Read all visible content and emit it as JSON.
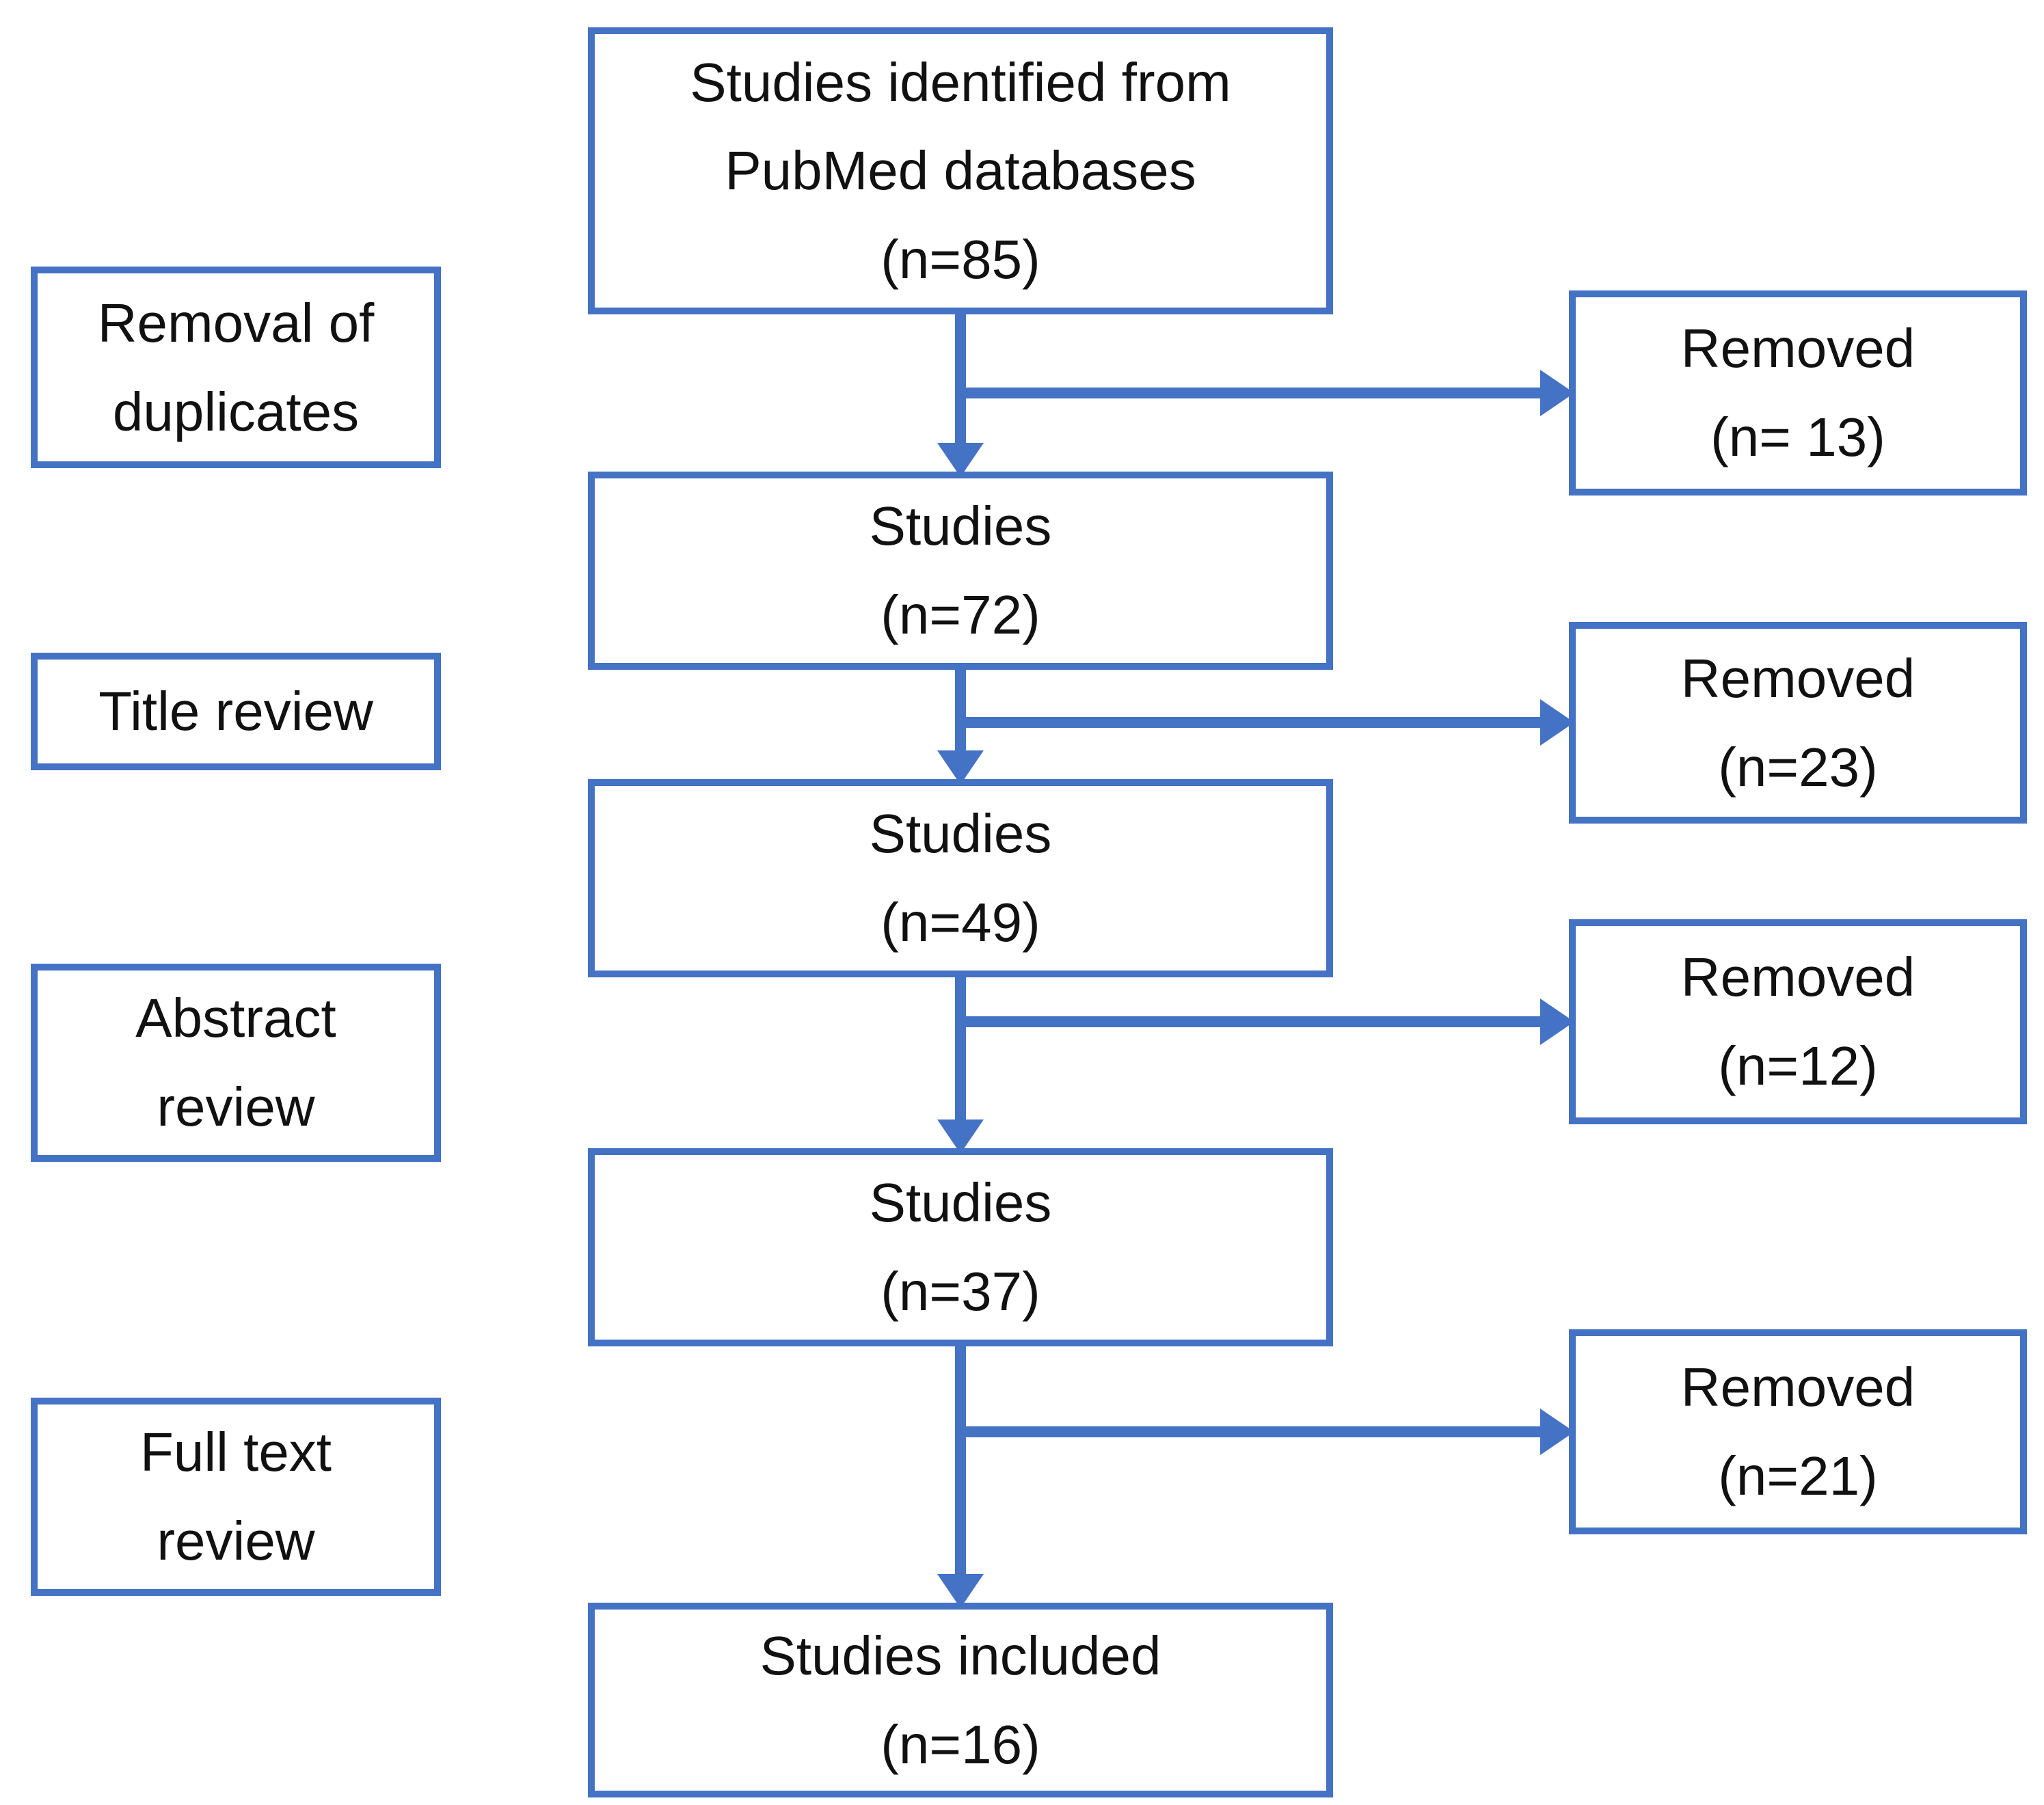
{
  "colors": {
    "accent": "#4472C4",
    "text": "#111111",
    "background": "#ffffff"
  },
  "main_boxes": [
    {
      "lines": [
        "Studies identified from",
        "PubMed databases",
        "(n=85)"
      ]
    },
    {
      "lines": [
        "Studies",
        "(n=72)"
      ]
    },
    {
      "lines": [
        "Studies",
        "(n=49)"
      ]
    },
    {
      "lines": [
        "Studies",
        "(n=37)"
      ]
    },
    {
      "lines": [
        "Studies included",
        "(n=16)"
      ]
    }
  ],
  "stage_boxes": [
    {
      "lines": [
        "Removal of",
        "duplicates"
      ]
    },
    {
      "lines": [
        "Title review"
      ]
    },
    {
      "lines": [
        "Abstract",
        "review"
      ]
    },
    {
      "lines": [
        "Full text",
        "review"
      ]
    }
  ],
  "removed_boxes": [
    {
      "lines": [
        "Removed",
        "(n= 13)"
      ]
    },
    {
      "lines": [
        "Removed",
        "(n=23)"
      ]
    },
    {
      "lines": [
        "Removed",
        "(n=12)"
      ]
    },
    {
      "lines": [
        "Removed",
        "(n=21)"
      ]
    }
  ]
}
